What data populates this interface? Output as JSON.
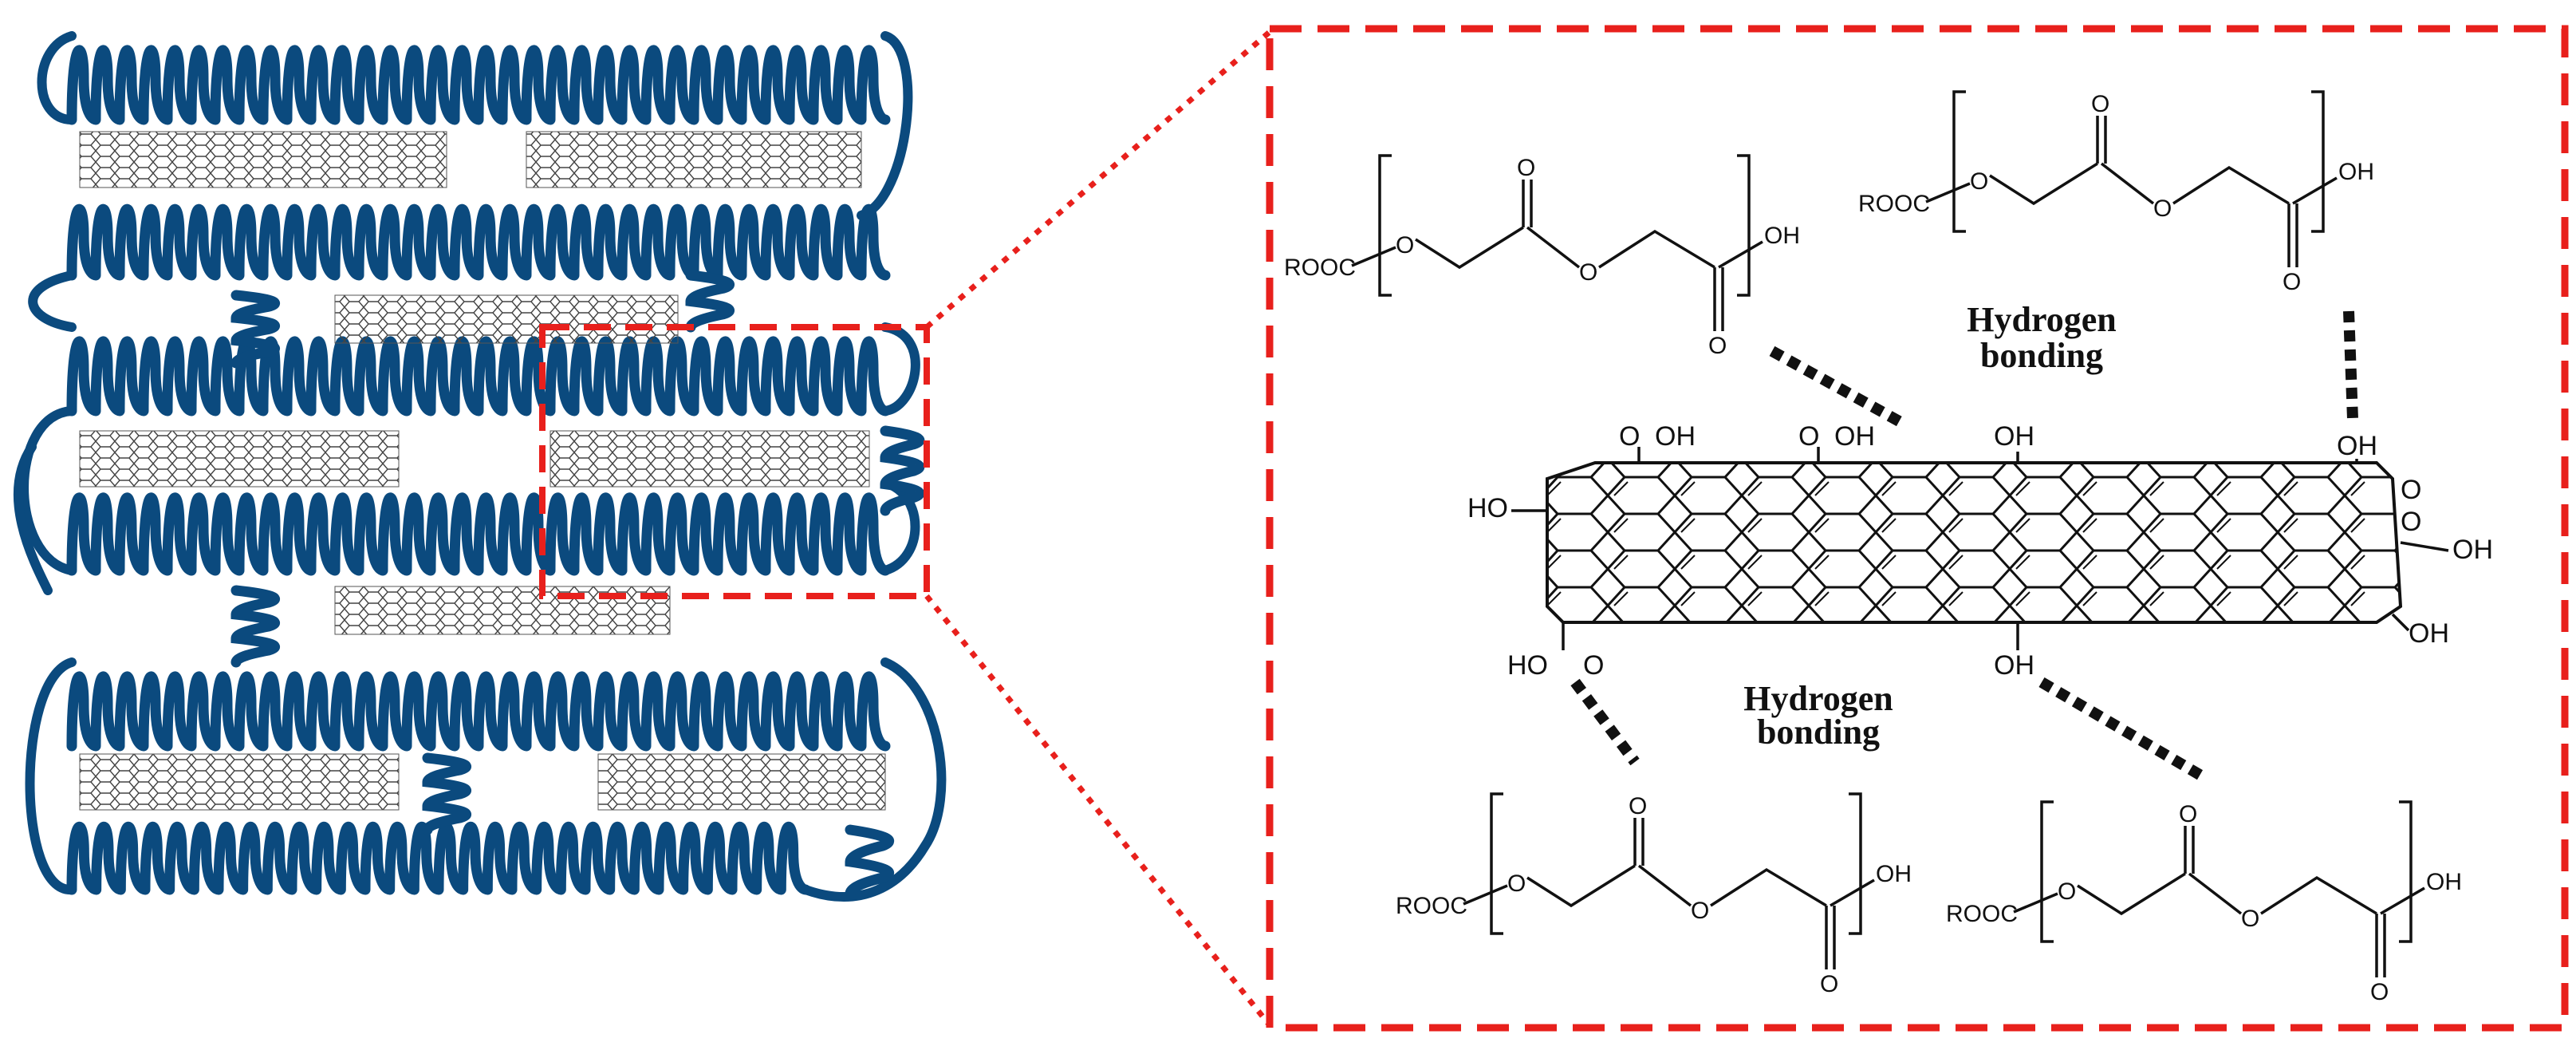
{
  "molecule": {
    "roocc_label": "ROOC",
    "oh_label": "OH",
    "o_label": "O",
    "ho_label": "HO"
  },
  "go": {
    "oh_label": "OH",
    "ho_label": "HO",
    "o_label": "O"
  },
  "bonding": {
    "label_top_1": "Hydrogen",
    "label_top_2": "bonding",
    "label_mid_1": "Hydrogen",
    "label_mid_2": "bonding"
  },
  "colors": {
    "polymer": "#0b4a7e",
    "frame": "#e8201c",
    "ink": "#111111"
  }
}
